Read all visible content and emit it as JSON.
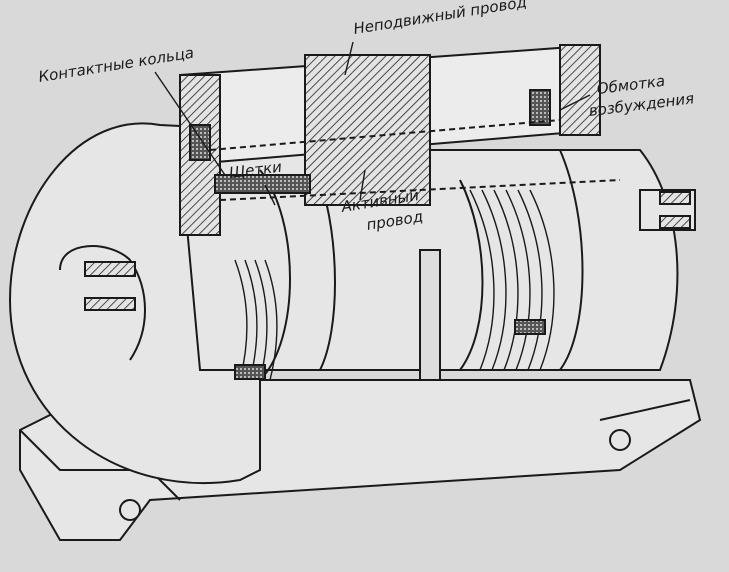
{
  "diagram": {
    "labels": {
      "contact_rings": "Контактные кольца",
      "stationary_wire": "Неподвижный провод",
      "field_winding_1": "Обмотка",
      "field_winding_2": "возбуждения",
      "brushes": "Щетки",
      "active_wire_1": "Активный",
      "active_wire_2": "провод"
    },
    "colors": {
      "background": "#d9d9d9",
      "ink": "#1a1a1a",
      "body": "#e6e6e6"
    }
  }
}
